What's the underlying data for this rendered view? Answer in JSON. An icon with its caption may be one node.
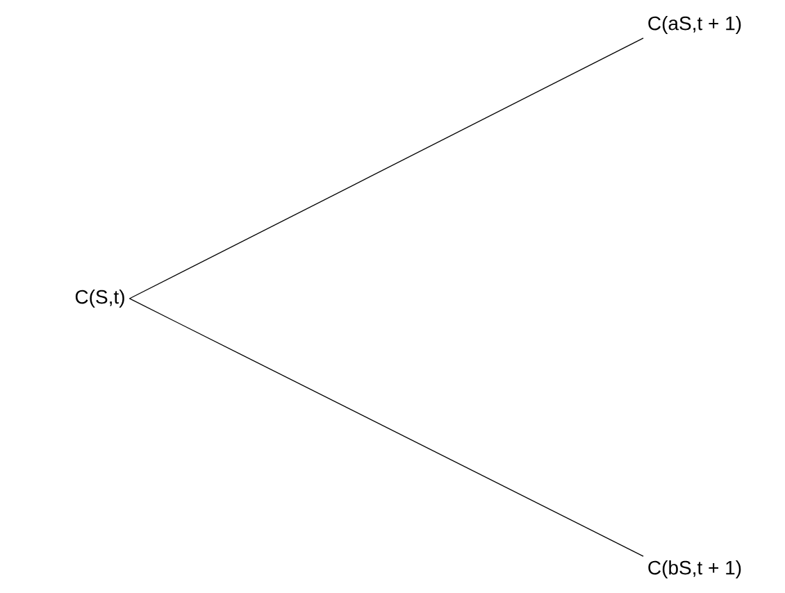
{
  "diagram": {
    "nodes": [
      {
        "text": [
          "C(S,t)"
        ]
      },
      {
        "text": [
          "C(aS,t + 1)"
        ]
      },
      {
        "text": [
          "C(bS,t + 1)"
        ]
      }
    ],
    "edges": [
      {
        "from": 0,
        "to": 1,
        "arrow": "none"
      },
      {
        "from": 0,
        "to": 2,
        "arrow": "none"
      }
    ]
  }
}
